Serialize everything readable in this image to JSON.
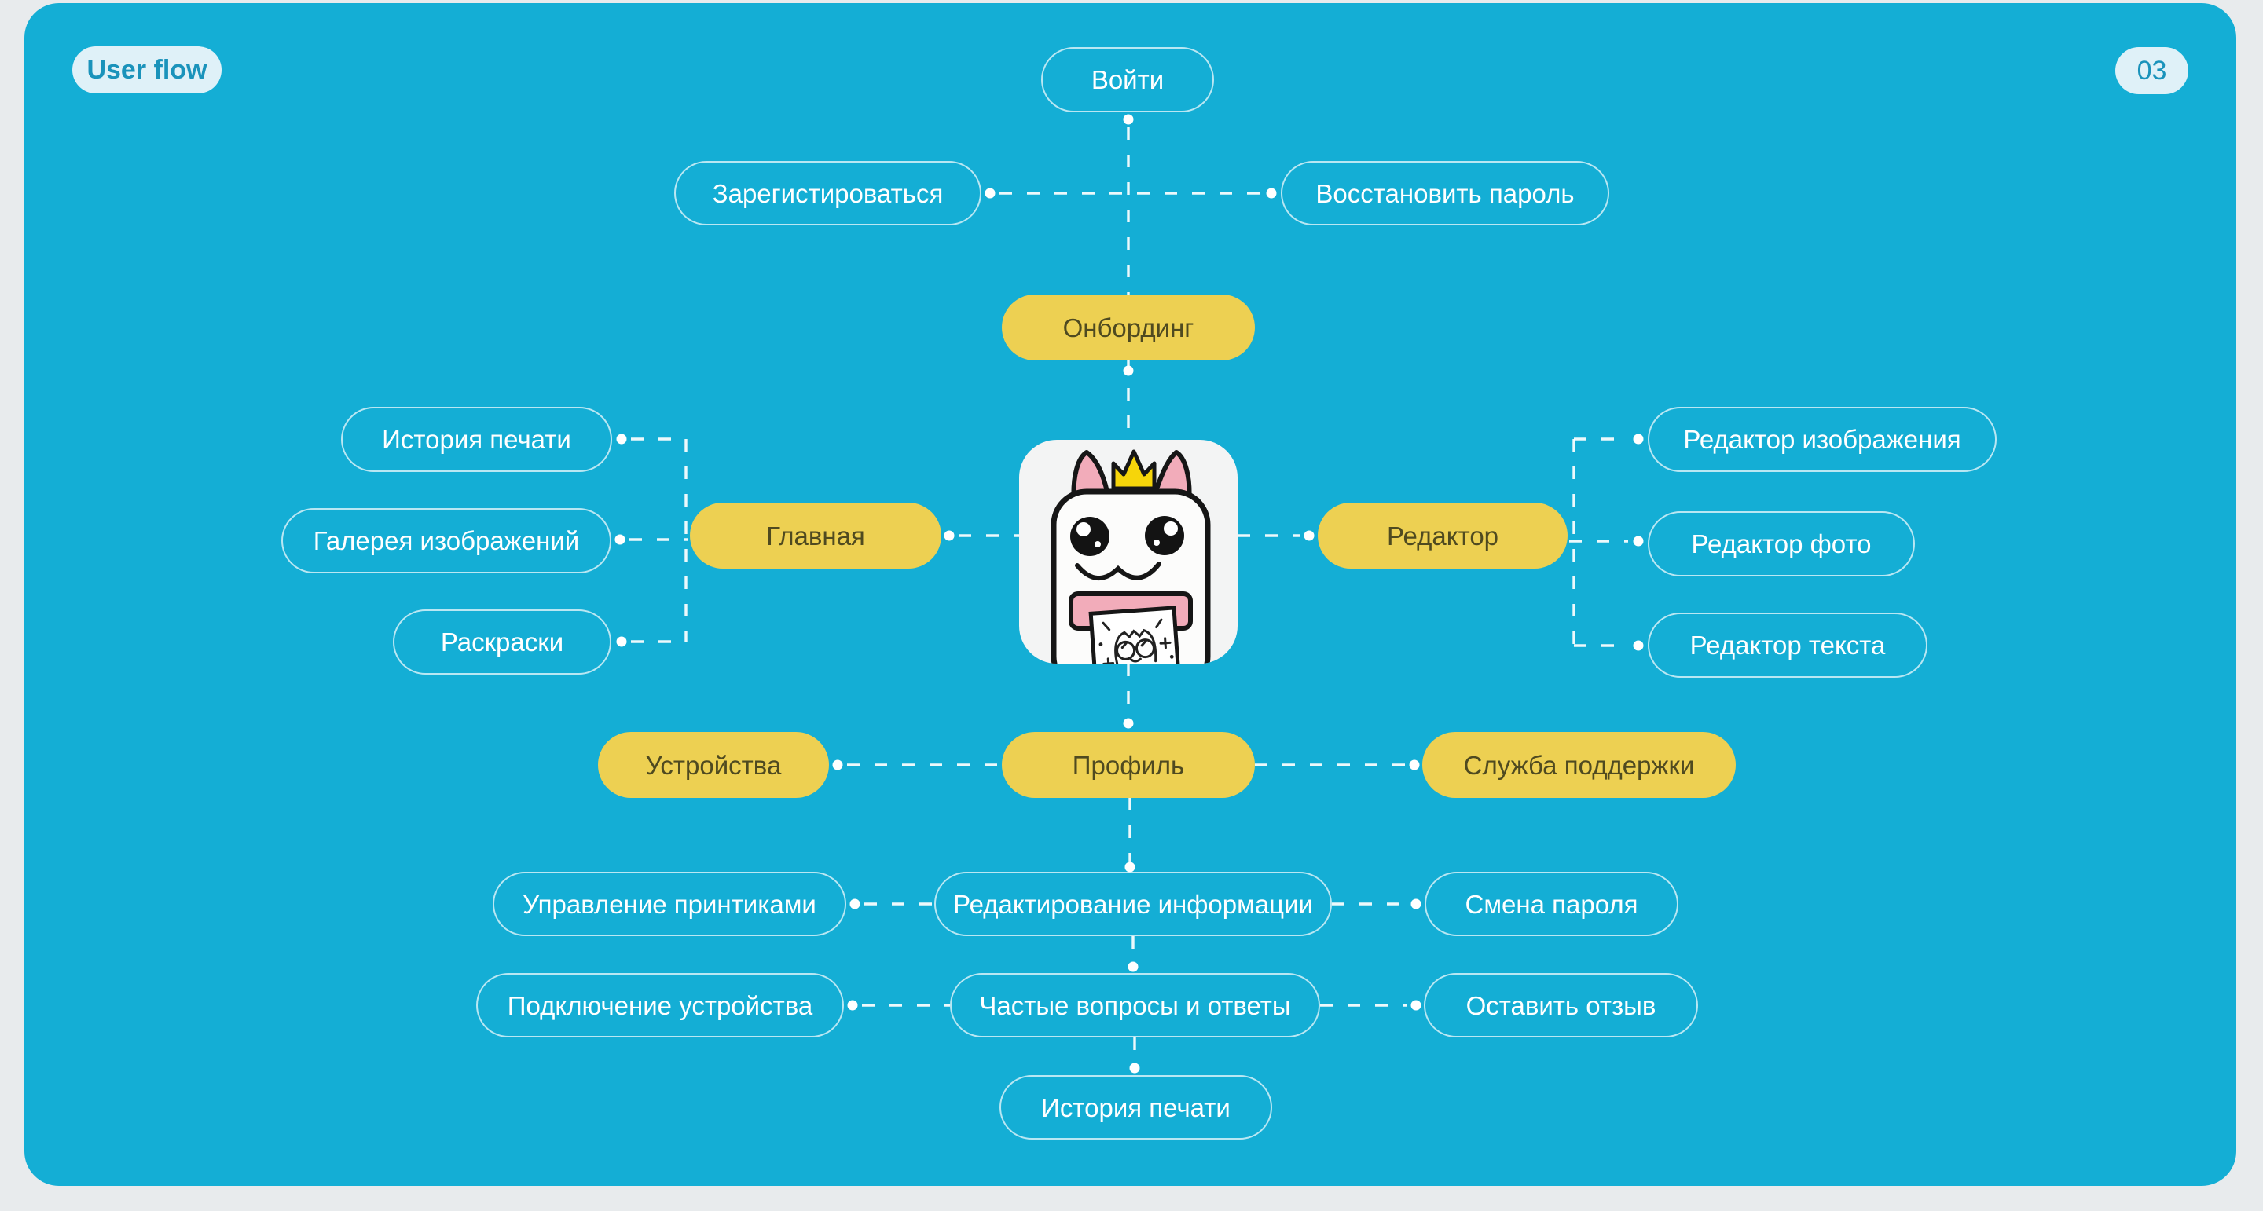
{
  "page": {
    "badge_label": "User flow",
    "page_number": "03"
  },
  "colors": {
    "page_background": "#E8EBED",
    "canvas_background": "#14AED5",
    "primary_node_fill": "#EDD052",
    "primary_node_text": "#4F4A20",
    "secondary_node_border": "#FFFFFF",
    "secondary_node_text": "#FFFFFF",
    "badge_background": "#DFF1F8",
    "badge_text": "#1A93BB",
    "connector": "#FFFFFF"
  },
  "mascot": {
    "description": "printik-cat-printer-mascot",
    "tile_background": "#F3F4F4",
    "ear_color": "#F2ACBA",
    "crown_color": "#F6D50A",
    "slot_color": "#F2ACBA"
  },
  "nodes": {
    "login": {
      "label": "Войти"
    },
    "register": {
      "label": "Зарегистироваться"
    },
    "recover_password": {
      "label": "Восстановить пароль"
    },
    "onboarding": {
      "label": "Онбординг"
    },
    "print_history": {
      "label": "История печати"
    },
    "image_gallery": {
      "label": "Галерея изображений"
    },
    "coloring_pages": {
      "label": "Раскраски"
    },
    "main": {
      "label": "Главная"
    },
    "editor": {
      "label": "Редактор"
    },
    "image_editor": {
      "label": "Редактор изображения"
    },
    "photo_editor": {
      "label": "Редактор фото"
    },
    "text_editor": {
      "label": "Редактор текста"
    },
    "devices": {
      "label": "Устройства"
    },
    "profile": {
      "label": "Профиль"
    },
    "support": {
      "label": "Служба поддержки"
    },
    "manage_printers": {
      "label": "Управление принтиками"
    },
    "edit_info": {
      "label": "Редактирование информации"
    },
    "change_password": {
      "label": "Смена пароля"
    },
    "connect_device": {
      "label": "Подключение устройства"
    },
    "faq": {
      "label": "Частые вопросы и ответы"
    },
    "leave_feedback": {
      "label": "Оставить отзыв"
    },
    "print_history_bottom": {
      "label": "История печати"
    }
  }
}
